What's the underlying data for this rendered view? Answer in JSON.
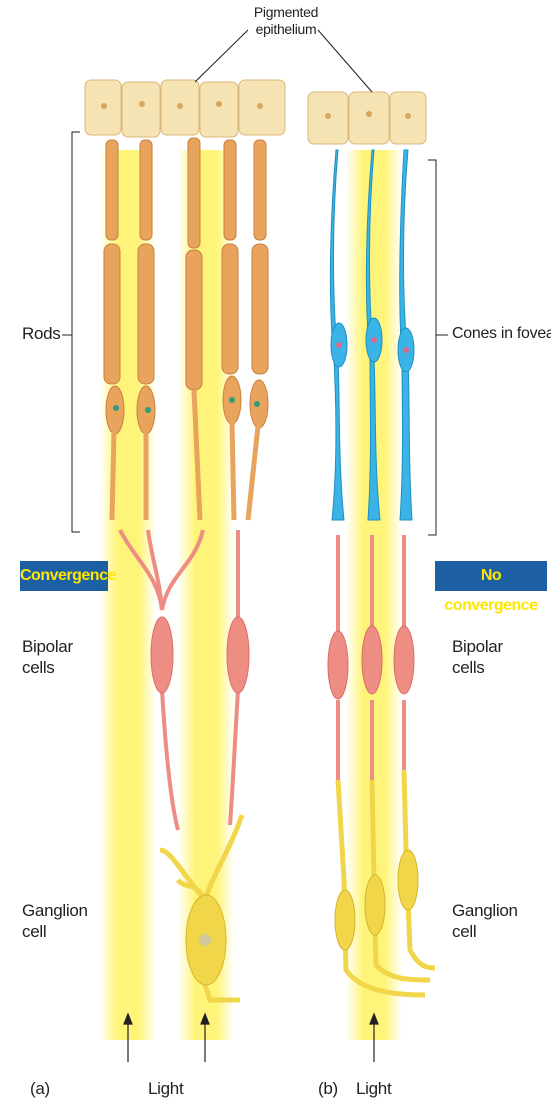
{
  "labels": {
    "pigmented": "Pigmented\nepithelium",
    "rods": "Rods",
    "cones": "Cones in fovea",
    "convergence": "Convergence",
    "no_convergence": "No convergence",
    "bipolar_a": "Bipolar\ncells",
    "bipolar_b": "Bipolar\ncells",
    "ganglion_a": "Ganglion\ncell",
    "ganglion_b": "Ganglion\ncell",
    "panel_a": "(a)",
    "panel_b": "(b)",
    "light_a": "Light",
    "light_b": "Light"
  },
  "colors": {
    "light": "#fff36b",
    "epithelium": "#f6e3b4",
    "rod": "#e8a35c",
    "cone": "#3ab4e6",
    "bipolar": "#ee8d84",
    "ganglion": "#f2d64a",
    "badge_bg": "#1d5fa3",
    "badge_text": "#ffe600"
  }
}
